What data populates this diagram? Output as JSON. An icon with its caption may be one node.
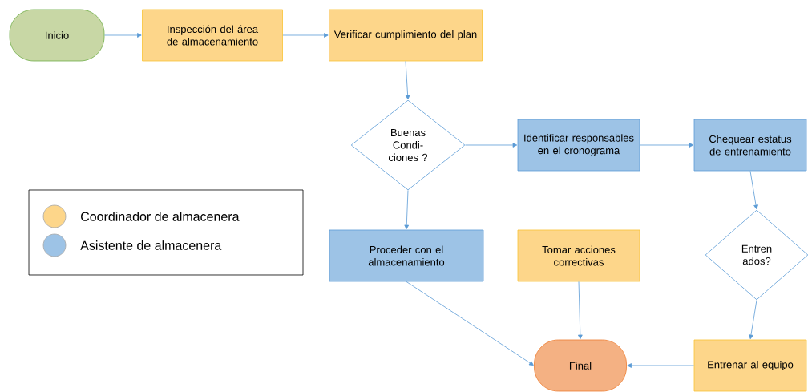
{
  "diagram": {
    "nodes": [
      {
        "text": [
          "Inicio"
        ]
      },
      {
        "text": [
          "Inspección del área de almacenamiento"
        ]
      },
      {
        "text": [
          "Verificar cumplimiento del plan"
        ]
      },
      {
        "text": [
          "Buenas Condi- ciones ?"
        ]
      },
      {
        "text": [
          "Identificar responsables en el cronograma"
        ]
      },
      {
        "text": [
          "Chequear estatus de entrenamiento"
        ]
      },
      {
        "text": [
          "Entren ados?"
        ]
      },
      {
        "text": [
          "Proceder con el almacenamiento"
        ]
      },
      {
        "text": [
          "Tomar acciones correctivas"
        ]
      },
      {
        "text": [
          "Final"
        ]
      },
      {
        "text": [
          "Entrenar al equipo"
        ]
      }
    ],
    "edges": [
      {
        "from": 0,
        "to": 1,
        "arrow": "to"
      },
      {
        "from": 1,
        "to": 2,
        "arrow": "to"
      },
      {
        "from": 2,
        "to": 3,
        "arrow": "to"
      },
      {
        "from": 3,
        "to": 4,
        "arrow": "to"
      },
      {
        "from": 4,
        "to": 5,
        "arrow": "to"
      },
      {
        "from": 3,
        "to": 7,
        "arrow": "to"
      },
      {
        "from": 5,
        "to": 6,
        "arrow": "to"
      },
      {
        "from": 6,
        "to": 10,
        "arrow": "to"
      },
      {
        "from": 10,
        "to": 9,
        "arrow": "to"
      },
      {
        "from": 7,
        "to": 9,
        "arrow": "to"
      },
      {
        "from": 8,
        "to": 9,
        "arrow": "to"
      }
    ],
    "legend": [
      {
        "text": "Coordinador de almacenera",
        "color": "#fdd68a"
      },
      {
        "text": "Asistente de almacenera",
        "color": "#9dc3e6"
      }
    ]
  }
}
